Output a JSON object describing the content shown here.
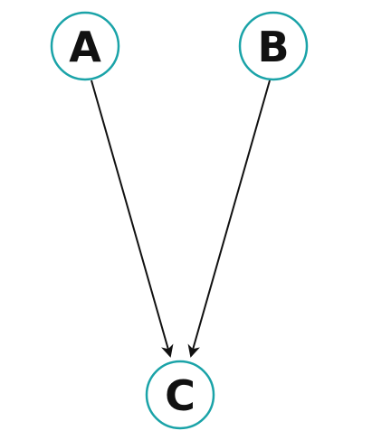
{
  "colors": {
    "node_stroke": "#1aa3a8",
    "edge": "#111111",
    "label": "#111111"
  },
  "nodes": [
    {
      "id": "A",
      "label": "A"
    },
    {
      "id": "B",
      "label": "B"
    },
    {
      "id": "C",
      "label": "C"
    }
  ],
  "edges": [
    {
      "from": "A",
      "to": "C",
      "directed": true
    },
    {
      "from": "B",
      "to": "C",
      "directed": true
    }
  ]
}
